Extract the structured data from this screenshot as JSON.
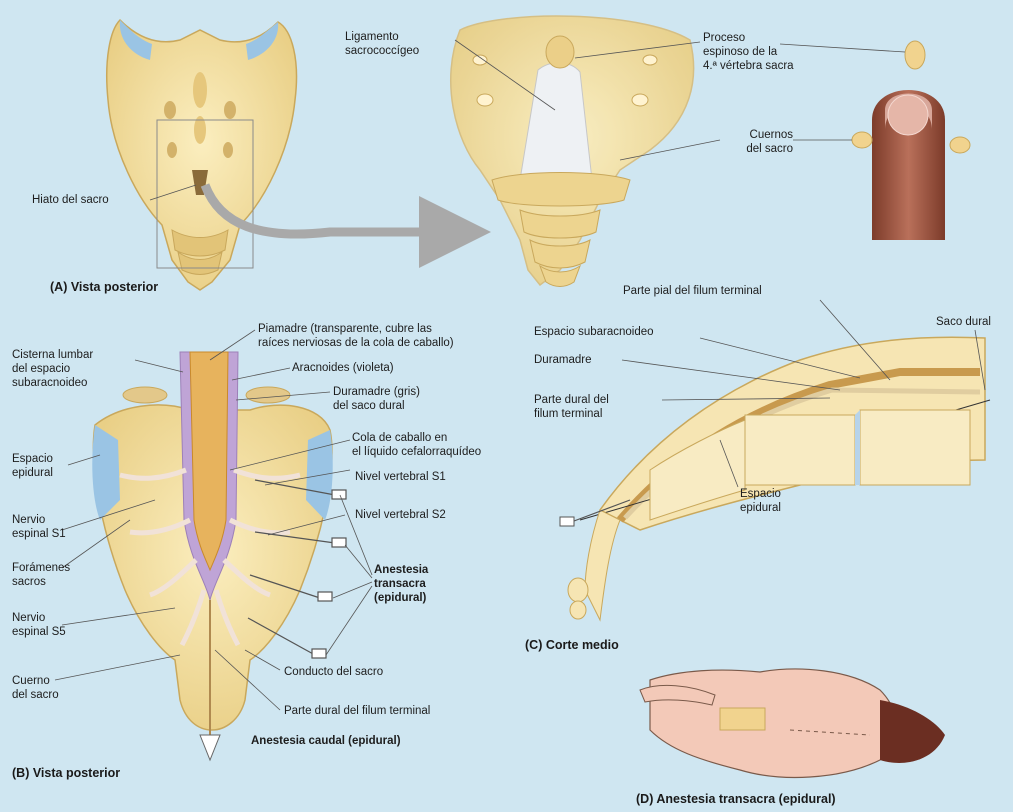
{
  "panels": {
    "a": {
      "caption": "(A) Vista posterior",
      "labels": {
        "hiato": "Hiato del sacro",
        "ligamento": "Ligamento\nsacrococcígeo",
        "proceso": "Proceso\nespinoso de la\n4.ª vértebra sacra",
        "cuernos": "Cuernos\ndel sacro"
      }
    },
    "b": {
      "caption": "(B) Vista posterior",
      "labels": {
        "piamadre": "Piamadre (transparente, cubre las\nraíces nerviosas de la cola de caballo)",
        "aracnoides": "Aracnoides (violeta)",
        "duramadre": "Duramadre (gris)\ndel saco dural",
        "cola": "Cola de caballo en\nel líquido cefalorraquídeo",
        "s1": "Nivel vertebral S1",
        "s2": "Nivel vertebral S2",
        "transacra": "Anestesia\ntransacra\n(epidural)",
        "cisterna": "Cisterna lumbar\ndel espacio\nsubaracnoideo",
        "epidural": "Espacio\nepidural",
        "nervio_s1": "Nervio\nespinal S1",
        "foramenes": "Forámenes\nsacros",
        "nervio_s5": "Nervio\nespinal S5",
        "cuerno": "Cuerno\ndel sacro",
        "conducto": "Conducto del sacro",
        "filum_dural": "Parte dural del filum terminal",
        "caudal": "Anestesia caudal (epidural)"
      }
    },
    "c": {
      "caption": "(C) Corte medio",
      "labels": {
        "pial": "Parte pial del filum terminal",
        "subaracnoideo": "Espacio subaracnoideo",
        "saco": "Saco dural",
        "duramadre": "Duramadre",
        "dural_filum": "Parte dural del\nfilum terminal",
        "epidural": "Espacio\nepidural"
      }
    },
    "d": {
      "caption": "(D) Anestesia transacra (epidural)"
    }
  },
  "colors": {
    "background": "#cfe6f1",
    "bone": "#f3dfa4",
    "bone_outline": "#c9a85c",
    "cartilage": "#b6d3ea",
    "cauda": "#e8b867",
    "arachnoid": "#b79bd0",
    "skin": "#f3c9b8",
    "finger": "#a8604a",
    "hair": "#6b2e22"
  }
}
